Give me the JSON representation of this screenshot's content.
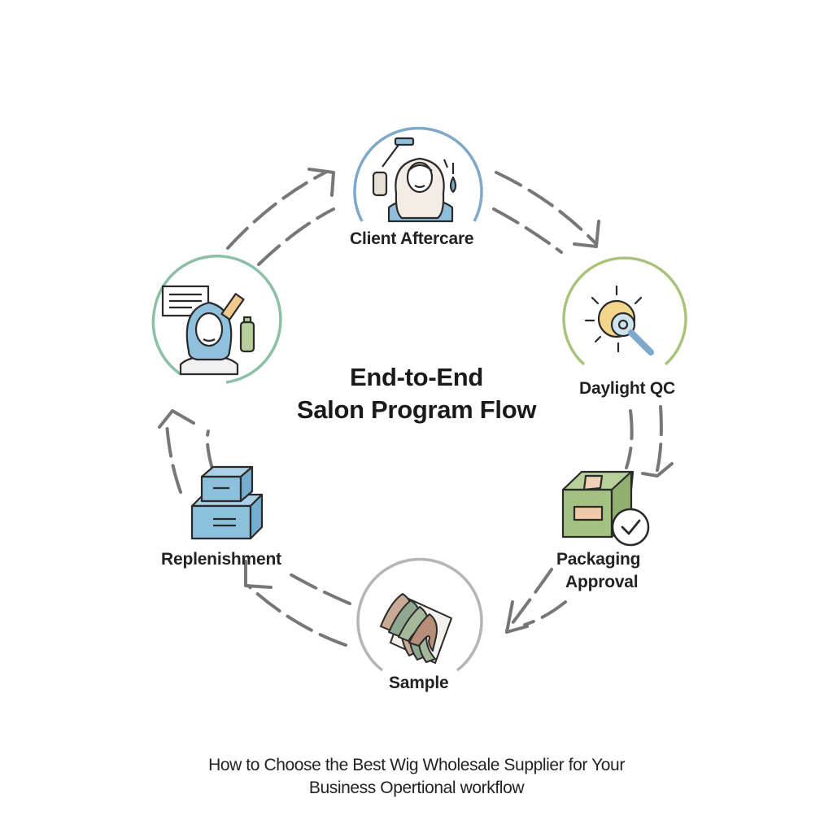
{
  "diagram": {
    "title_line1": "End-to-End",
    "title_line2": "Salon Program Flow",
    "nodes": [
      {
        "id": "client-aftercare",
        "label": "Client Aftercare",
        "ring_color": "#7fa9c8",
        "icon": "stylist-hair-care-icon"
      },
      {
        "id": "daylight-qc",
        "label": "Daylight QC",
        "ring_color": "#a8c37a",
        "icon": "sun-magnifier-icon"
      },
      {
        "id": "packaging-approval",
        "label_line1": "Packaging",
        "label_line2": "Approval",
        "icon": "approved-box-icon"
      },
      {
        "id": "sample",
        "label": "Sample",
        "ring_color": "#b5b5b5",
        "icon": "hair-swatch-icon"
      },
      {
        "id": "replenishment",
        "label": "Replenishment",
        "icon": "stacked-boxes-icon"
      },
      {
        "id": "consultation",
        "label": "",
        "ring_color": "#8cc0a6",
        "icon": "client-consultation-icon"
      }
    ],
    "arrow_color": "#777777"
  },
  "caption": {
    "line1": "How to Choose the Best Wig Wholesale Supplier for Your",
    "line2": "Business Opertional workflow"
  }
}
